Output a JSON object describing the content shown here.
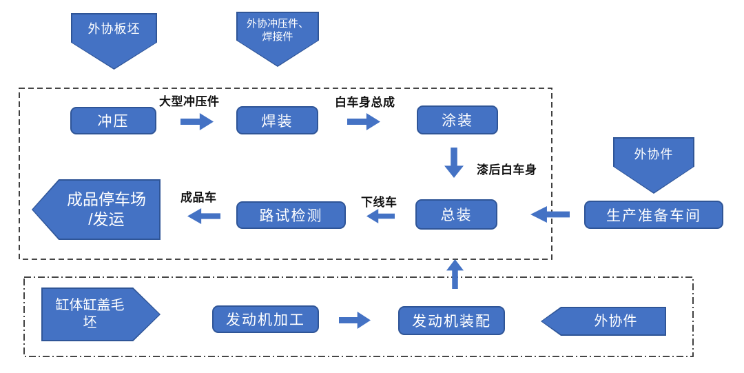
{
  "colors": {
    "shape_fill": "#4472C4",
    "shape_border": "#2F5597",
    "shape_text": "#FFFFFF",
    "label_text": "#111111",
    "boundary_stroke": "#2B2B2B"
  },
  "external_inputs": {
    "slab": {
      "label": "外协板坯"
    },
    "stamping_weldments": {
      "line1": "外协冲压件、",
      "line2": "焊接件"
    },
    "purchased_parts_vehicle": {
      "label": "外协件"
    },
    "purchased_parts_engine": {
      "label": "外协件"
    },
    "cylinder_blanks": {
      "line1": "缸体缸盖毛",
      "line2": "坯"
    }
  },
  "vehicle_line": {
    "stations": {
      "stamping": "冲压",
      "welding": "焊装",
      "painting": "涂装",
      "final_assembly": "总装",
      "road_test": "路试检测",
      "prep_workshop": "生产准备车间"
    },
    "flow_labels": {
      "large_stampings": "大型冲压件",
      "body_in_white": "白车身总成",
      "painted_body": "漆后白车身",
      "offline_vehicle": "下线车",
      "finished_vehicle": "成品车"
    },
    "output": {
      "line1": "成品停车场",
      "line2": "/发运"
    }
  },
  "engine_line": {
    "machining": "发动机加工",
    "assembly": "发动机装配"
  }
}
